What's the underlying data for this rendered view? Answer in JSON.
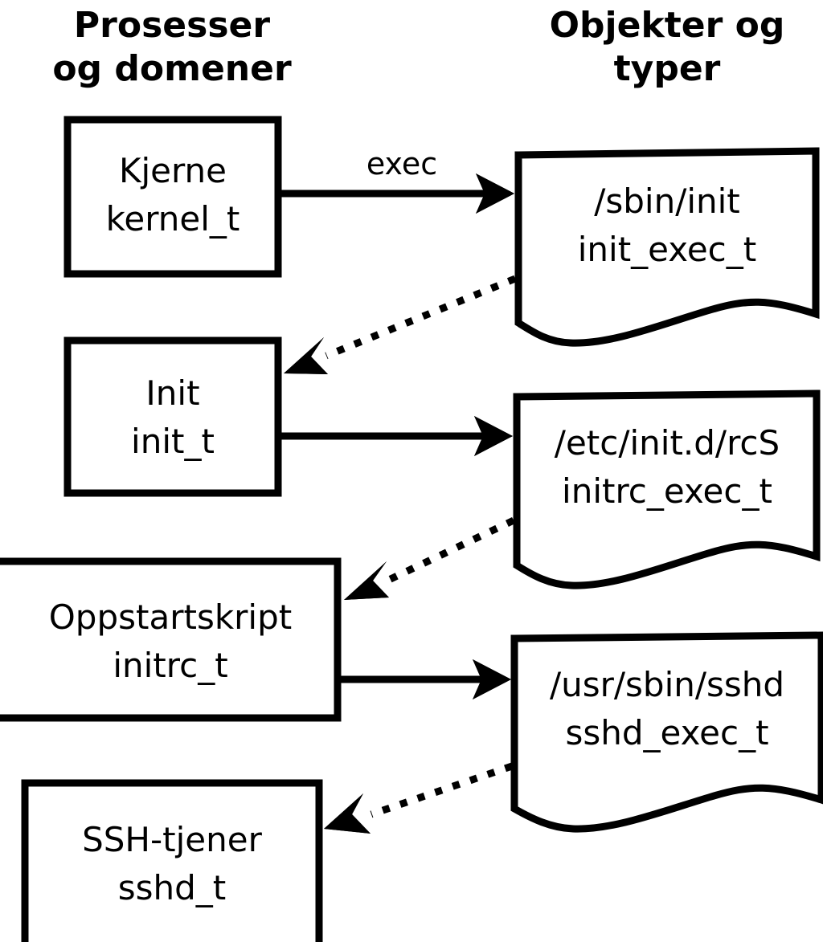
{
  "diagram": {
    "title_semantic": "selinux-process-object-transition-diagram",
    "background_color": "#ffffff",
    "stroke_color": "#000000",
    "columns": [
      {
        "id": "processes",
        "header_line1": "Prosesser",
        "header_line2": "og domener"
      },
      {
        "id": "objects",
        "header_line1": "Objekter og",
        "header_line2": "typer"
      }
    ],
    "process_nodes": [
      {
        "id": "kernel",
        "line1": "Kjerne",
        "line2": "kernel_t"
      },
      {
        "id": "init",
        "line1": "Init",
        "line2": "init_t"
      },
      {
        "id": "initrc",
        "line1": "Oppstartskript",
        "line2": "initrc_t"
      },
      {
        "id": "sshd",
        "line1": "SSH-tjener",
        "line2": "sshd_t"
      }
    ],
    "object_nodes": [
      {
        "id": "sbin-init",
        "line1": "/sbin/init",
        "line2": "init_exec_t"
      },
      {
        "id": "etc-initd-rcs",
        "line1": "/etc/init.d/rcS",
        "line2": "initrc_exec_t"
      },
      {
        "id": "usr-sbin-sshd",
        "line1": "/usr/sbin/sshd",
        "line2": "sshd_exec_t"
      }
    ],
    "edges": [
      {
        "id": "kernel-exec-init",
        "from": "kernel",
        "to": "sbin-init",
        "style": "solid",
        "label": "exec"
      },
      {
        "id": "initexec-transition-init",
        "from": "sbin-init",
        "to": "init",
        "style": "dotted",
        "label": ""
      },
      {
        "id": "init-exec-rcs",
        "from": "init",
        "to": "etc-initd-rcs",
        "style": "solid",
        "label": ""
      },
      {
        "id": "initrcexec-transition-initrc",
        "from": "etc-initd-rcs",
        "to": "initrc",
        "style": "dotted",
        "label": ""
      },
      {
        "id": "initrc-exec-sshd",
        "from": "initrc",
        "to": "usr-sbin-sshd",
        "style": "solid",
        "label": ""
      },
      {
        "id": "sshdexec-transition-sshd",
        "from": "usr-sbin-sshd",
        "to": "sshd",
        "style": "dotted",
        "label": ""
      }
    ]
  }
}
